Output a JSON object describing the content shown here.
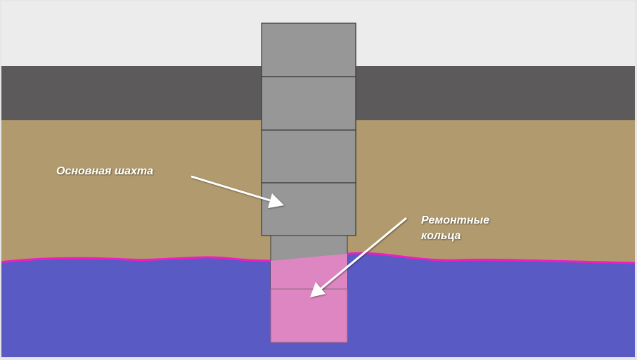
{
  "labels": {
    "main_shaft": "Основная шахта",
    "repair_rings_line1": "Ремонтные",
    "repair_rings_line2": "кольца"
  },
  "colors": {
    "frame_border": "#e6e6e6",
    "sky": "#ececec",
    "asphalt": "#5d5a5c",
    "soil": "#b09a6e",
    "water": "#5a5ac4",
    "water_line": "#ee1ec0",
    "ring_fill": "#979797",
    "ring_stroke": "#3a3a3a",
    "repair_ring_fill": "#dd86c2",
    "label_text": "#ffffff",
    "arrow": "#ffffff"
  },
  "icons": {
    "arrow_main": "arrow-pointer-icon",
    "arrow_repair": "arrow-pointer-icon"
  }
}
